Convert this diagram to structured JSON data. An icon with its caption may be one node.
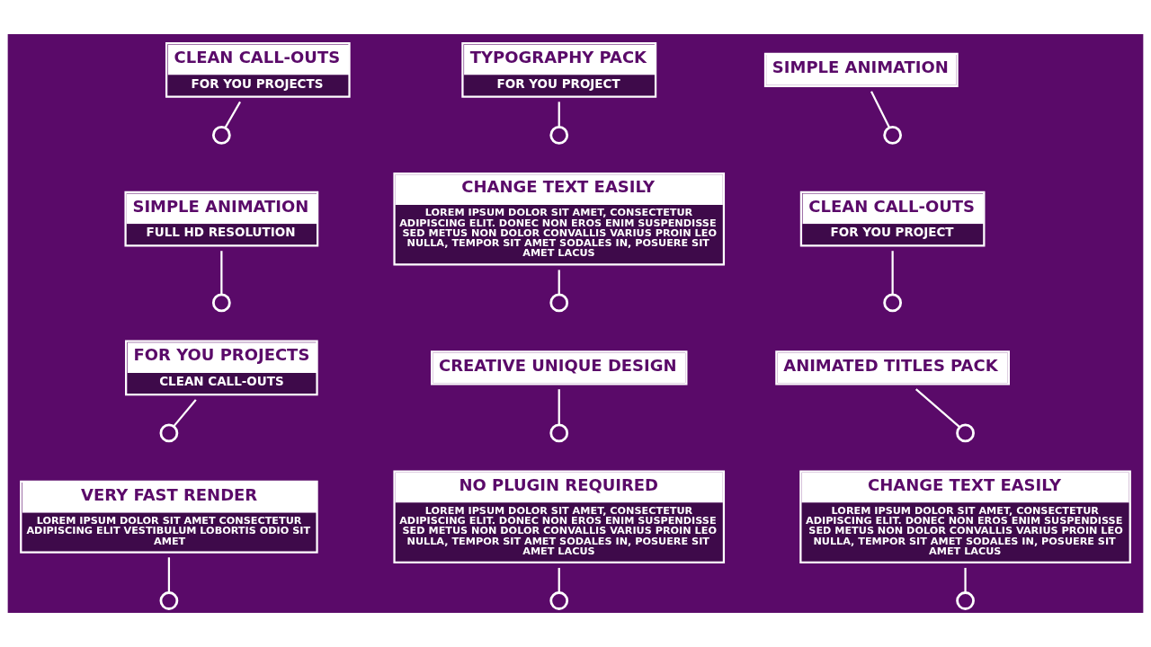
{
  "diagram": {
    "nodes": [
      {
        "text": [
          "CLEAN CALL-OUTS",
          "FOR YOU PROJECTS"
        ]
      },
      {
        "text": [],
        "shape": "circle"
      },
      {
        "text": [
          "TYPOGRAPHY PACK",
          "FOR YOU PROJECT"
        ]
      },
      {
        "text": [],
        "shape": "circle"
      },
      {
        "text": [
          "SIMPLE ANIMATION"
        ]
      },
      {
        "text": [],
        "shape": "circle"
      },
      {
        "text": [
          "SIMPLE ANIMATION",
          "FULL HD RESOLUTION"
        ]
      },
      {
        "text": [],
        "shape": "circle"
      },
      {
        "text": [
          "CHANGE TEXT EASILY",
          "LOREM IPSUM DOLOR SIT AMET, CONSECTETUR ADIPISCING ELIT. DONEC NON EROS ENIM SUSPENDISSE SED METUS NON DOLOR CONVALLIS VARIUS PROIN LEO NULLA, TEMPOR SIT AMET SODALES IN, POSUERE SIT AMET LACUS"
        ]
      },
      {
        "text": [],
        "shape": "circle"
      },
      {
        "text": [
          "CLEAN CALL-OUTS",
          "FOR YOU PROJECT"
        ]
      },
      {
        "text": [],
        "shape": "circle"
      },
      {
        "text": [
          "FOR YOU PROJECTS",
          "CLEAN CALL-OUTS"
        ]
      },
      {
        "text": [],
        "shape": "circle"
      },
      {
        "text": [
          "CREATIVE UNIQUE DESIGN"
        ]
      },
      {
        "text": [],
        "shape": "circle"
      },
      {
        "text": [
          "ANIMATED TITLES PACK"
        ]
      },
      {
        "text": [],
        "shape": "circle"
      },
      {
        "text": [
          "VERY FAST RENDER",
          "LOREM IPSUM DOLOR SIT AMET CONSECTETUR ADIPISCING ELIT VESTIBULUM LOBORTIS ODIO SIT AMET"
        ]
      },
      {
        "text": [],
        "shape": "circle"
      },
      {
        "text": [
          "NO PLUGIN REQUIRED",
          "LOREM IPSUM DOLOR SIT AMET, CONSECTETUR ADIPISCING ELIT. DONEC NON EROS ENIM SUSPENDISSE SED METUS NON DOLOR CONVALLIS VARIUS PROIN LEO NULLA, TEMPOR SIT AMET SODALES IN, POSUERE SIT AMET LACUS"
        ]
      },
      {
        "text": [],
        "shape": "circle"
      },
      {
        "text": [
          "CHANGE TEXT EASILY",
          "LOREM IPSUM DOLOR SIT AMET, CONSECTETUR ADIPISCING ELIT. DONEC NON EROS ENIM SUSPENDISSE SED METUS NON DOLOR CONVALLIS VARIUS PROIN LEO NULLA, TEMPOR SIT AMET SODALES IN, POSUERE SIT AMET LACUS"
        ]
      },
      {
        "text": [],
        "shape": "circle"
      }
    ],
    "edges": [
      {
        "from": 0,
        "to": 1,
        "arrow": "none"
      },
      {
        "from": 2,
        "to": 3,
        "arrow": "none"
      },
      {
        "from": 4,
        "to": 5,
        "arrow": "none"
      },
      {
        "from": 6,
        "to": 7,
        "arrow": "none"
      },
      {
        "from": 8,
        "to": 9,
        "arrow": "none"
      },
      {
        "from": 10,
        "to": 11,
        "arrow": "none"
      },
      {
        "from": 12,
        "to": 13,
        "arrow": "none"
      },
      {
        "from": 14,
        "to": 15,
        "arrow": "none"
      },
      {
        "from": 16,
        "to": 17,
        "arrow": "none"
      },
      {
        "from": 18,
        "to": 19,
        "arrow": "none"
      },
      {
        "from": 20,
        "to": 21,
        "arrow": "none"
      },
      {
        "from": 22,
        "to": 23,
        "arrow": "none"
      }
    ]
  }
}
